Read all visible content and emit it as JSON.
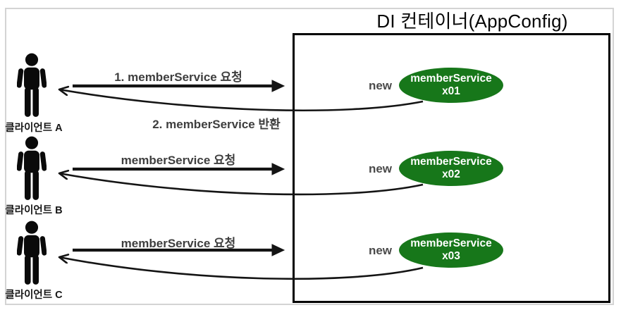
{
  "title": "DI 컨테이너(AppConfig)",
  "colors": {
    "instance_green": "#17771a",
    "container_border": "#000000",
    "frame_border": "#d4d4d4",
    "arrow_black": "#141414",
    "label_gray": "#3e3e3e"
  },
  "clients": [
    {
      "label": "클라이언트 A"
    },
    {
      "label": "클라이언트 B"
    },
    {
      "label": "클라이언트 C"
    }
  ],
  "rows": [
    {
      "request_label": "1. memberService 요청",
      "return_label": "2. memberService 반환",
      "new_label": "new",
      "instance_name": "memberService",
      "instance_id": "x01"
    },
    {
      "request_label": "memberService 요청",
      "new_label": "new",
      "instance_name": "memberService",
      "instance_id": "x02"
    },
    {
      "request_label": "memberService 요청",
      "new_label": "new",
      "instance_name": "memberService",
      "instance_id": "x03"
    }
  ]
}
